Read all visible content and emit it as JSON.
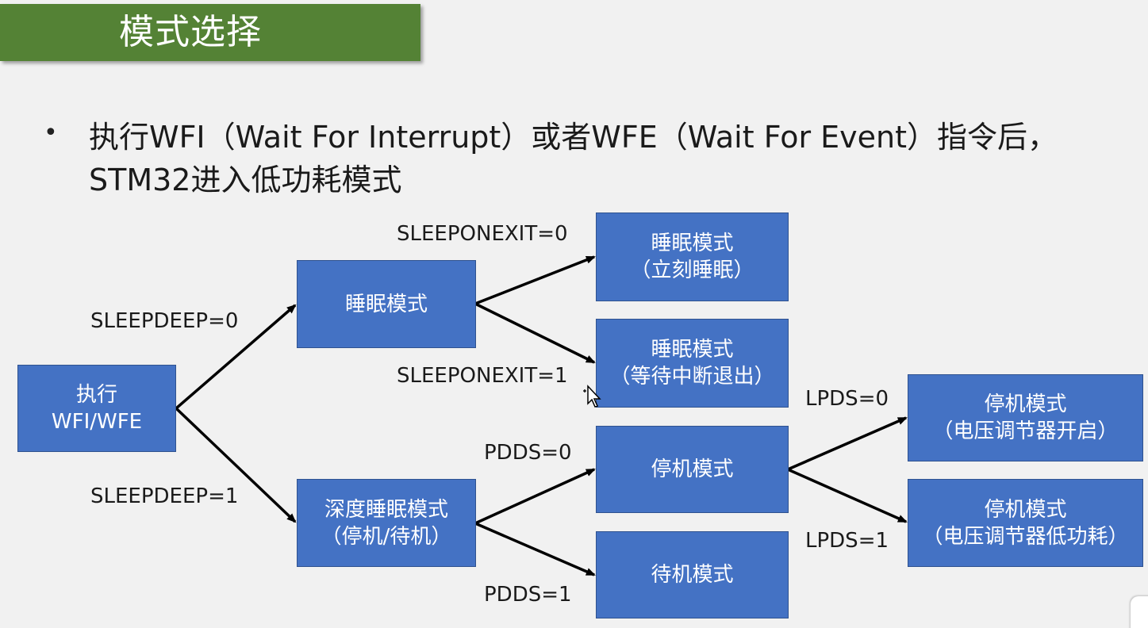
{
  "title": "模式选择",
  "bullet": {
    "line1": "执行WFI（Wait For Interrupt）或者WFE（Wait For Event）指令后，",
    "line2": "STM32进入低功耗模式"
  },
  "boxes": {
    "exec": [
      "执行",
      "WFI/WFE"
    ],
    "sleep": [
      "睡眠模式"
    ],
    "deep_sleep": [
      "深度睡眠模式",
      "（停机/待机）"
    ],
    "sleep_now": [
      "睡眠模式",
      "（立刻睡眠）"
    ],
    "sleep_on_exit": [
      "睡眠模式",
      "（等待中断退出）"
    ],
    "stop": [
      "停机模式"
    ],
    "standby": [
      "待机模式"
    ],
    "stop_regulator_on": [
      "停机模式",
      "（电压调节器开启）"
    ],
    "stop_regulator_lp": [
      "停机模式",
      "（电压调节器低功耗）"
    ]
  },
  "edges": {
    "sleepdeep0": "SLEEPDEEP=0",
    "sleepdeep1": "SLEEPDEEP=1",
    "sleeponexit0": "SLEEPONEXIT=0",
    "sleeponexit1": "SLEEPONEXIT=1",
    "pdds0": "PDDS=0",
    "pdds1": "PDDS=1",
    "lpds0": "LPDS=0",
    "lpds1": "LPDS=1"
  },
  "colors": {
    "title_bar": "#548235",
    "box_fill": "#4472c4",
    "box_border": "#2f528f",
    "arrow": "#000000"
  }
}
